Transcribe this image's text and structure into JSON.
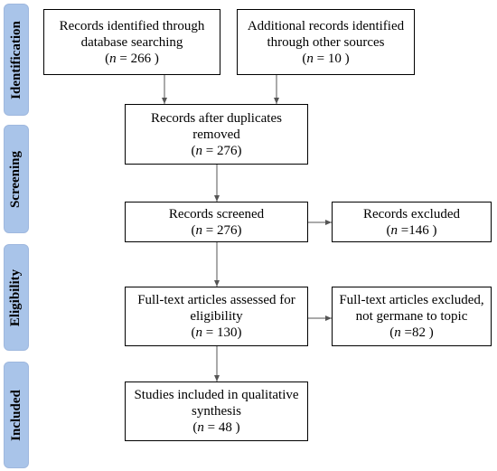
{
  "phases": {
    "identification": "Identification",
    "screening": "Screening",
    "eligibility": "Eligibility",
    "included": "Included"
  },
  "boxes": {
    "database": {
      "line1": "Records identified through",
      "line2": "database searching",
      "n_prefix": "n",
      "n_value": "= 266 )",
      "n_open": "("
    },
    "other": {
      "line1": "Additional records identified",
      "line2": "through other sources",
      "n_open": "(",
      "n_prefix": "n",
      "n_value": "= 10 )"
    },
    "duplicates": {
      "line1": "Records after duplicates",
      "line2": "removed",
      "n_open": "(",
      "n_prefix": "n",
      "n_value": "=  276)"
    },
    "screened": {
      "line1": "Records screened",
      "n_open": "(",
      "n_prefix": "n",
      "n_value": "= 276)"
    },
    "excluded": {
      "line1": "Records excluded",
      "n_open": "(",
      "n_prefix": "n",
      "n_value": "=146  )"
    },
    "fulltext": {
      "line1": "Full-text articles assessed for",
      "line2": "eligibility",
      "n_open": "(",
      "n_prefix": "n",
      "n_value": "= 130)"
    },
    "fulltext_excluded": {
      "line1": "Full-text articles excluded,",
      "line2": "not germane to topic",
      "n_open": "(",
      "n_prefix": "n",
      "n_value": "=82 )"
    },
    "included": {
      "line1": "Studies included in qualitative",
      "line2": "synthesis",
      "n_open": "(",
      "n_prefix": "n",
      "n_value": "= 48 )"
    }
  },
  "colors": {
    "phase_fill": "#a9c4e9",
    "line": "#555555"
  }
}
